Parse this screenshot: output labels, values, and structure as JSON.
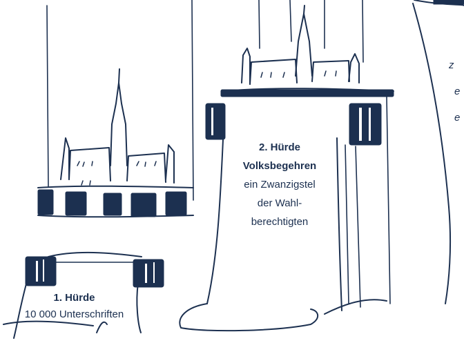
{
  "hurdle_1": {
    "title": "1. Hürde",
    "text": "10 000 Unterschriften"
  },
  "hurdle_2": {
    "title_line1": "2. Hürde",
    "title_line2": "Volksbegehren",
    "text_line1": "ein Zwanzigstel",
    "text_line2": "der Wahl-",
    "text_line3": "berechtigten"
  },
  "hurdle_3_partial": {
    "line1": "z",
    "line2": "e",
    "line3": "e"
  },
  "colors": {
    "ink": "#1c3050",
    "background": "#ffffff"
  }
}
